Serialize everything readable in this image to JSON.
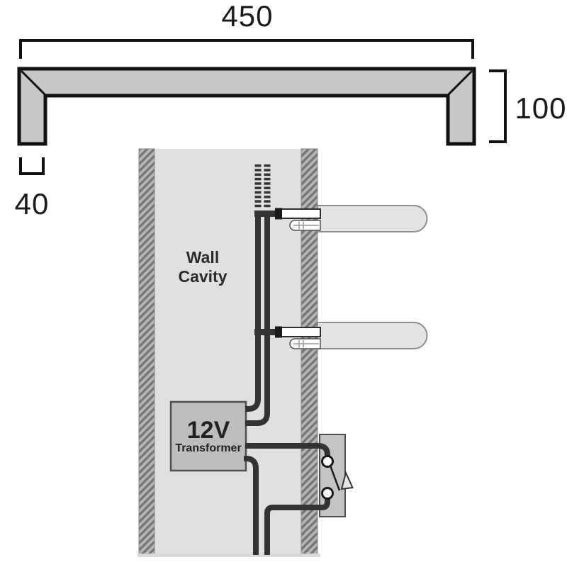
{
  "profile_drawing": {
    "width_label": "450",
    "height_label": "100",
    "return_depth_label": "40"
  },
  "installation_drawing": {
    "wall_label_line1": "Wall",
    "wall_label_line2": "Cavity",
    "transformer_voltage": "12V",
    "transformer_name": "Transformer"
  },
  "colors": {
    "background": "#ffffff",
    "outline": "#111111",
    "profile_fill": "#c7c7c7",
    "wall_interior": "#e0e0e0",
    "hatch_base": "#b5b5b5",
    "hatch_stripe": "#757575",
    "wire": "#333333",
    "rail_leg_fill": "#e3e3e3",
    "rail_leg_border": "#8f8f8f",
    "stem_fill": "#fdfdfd",
    "transformer_fill": "#bdbdbd",
    "switch_fill": "#c4c4c4",
    "component_border": "#4f4f4f",
    "text": "#1a1a1a"
  }
}
